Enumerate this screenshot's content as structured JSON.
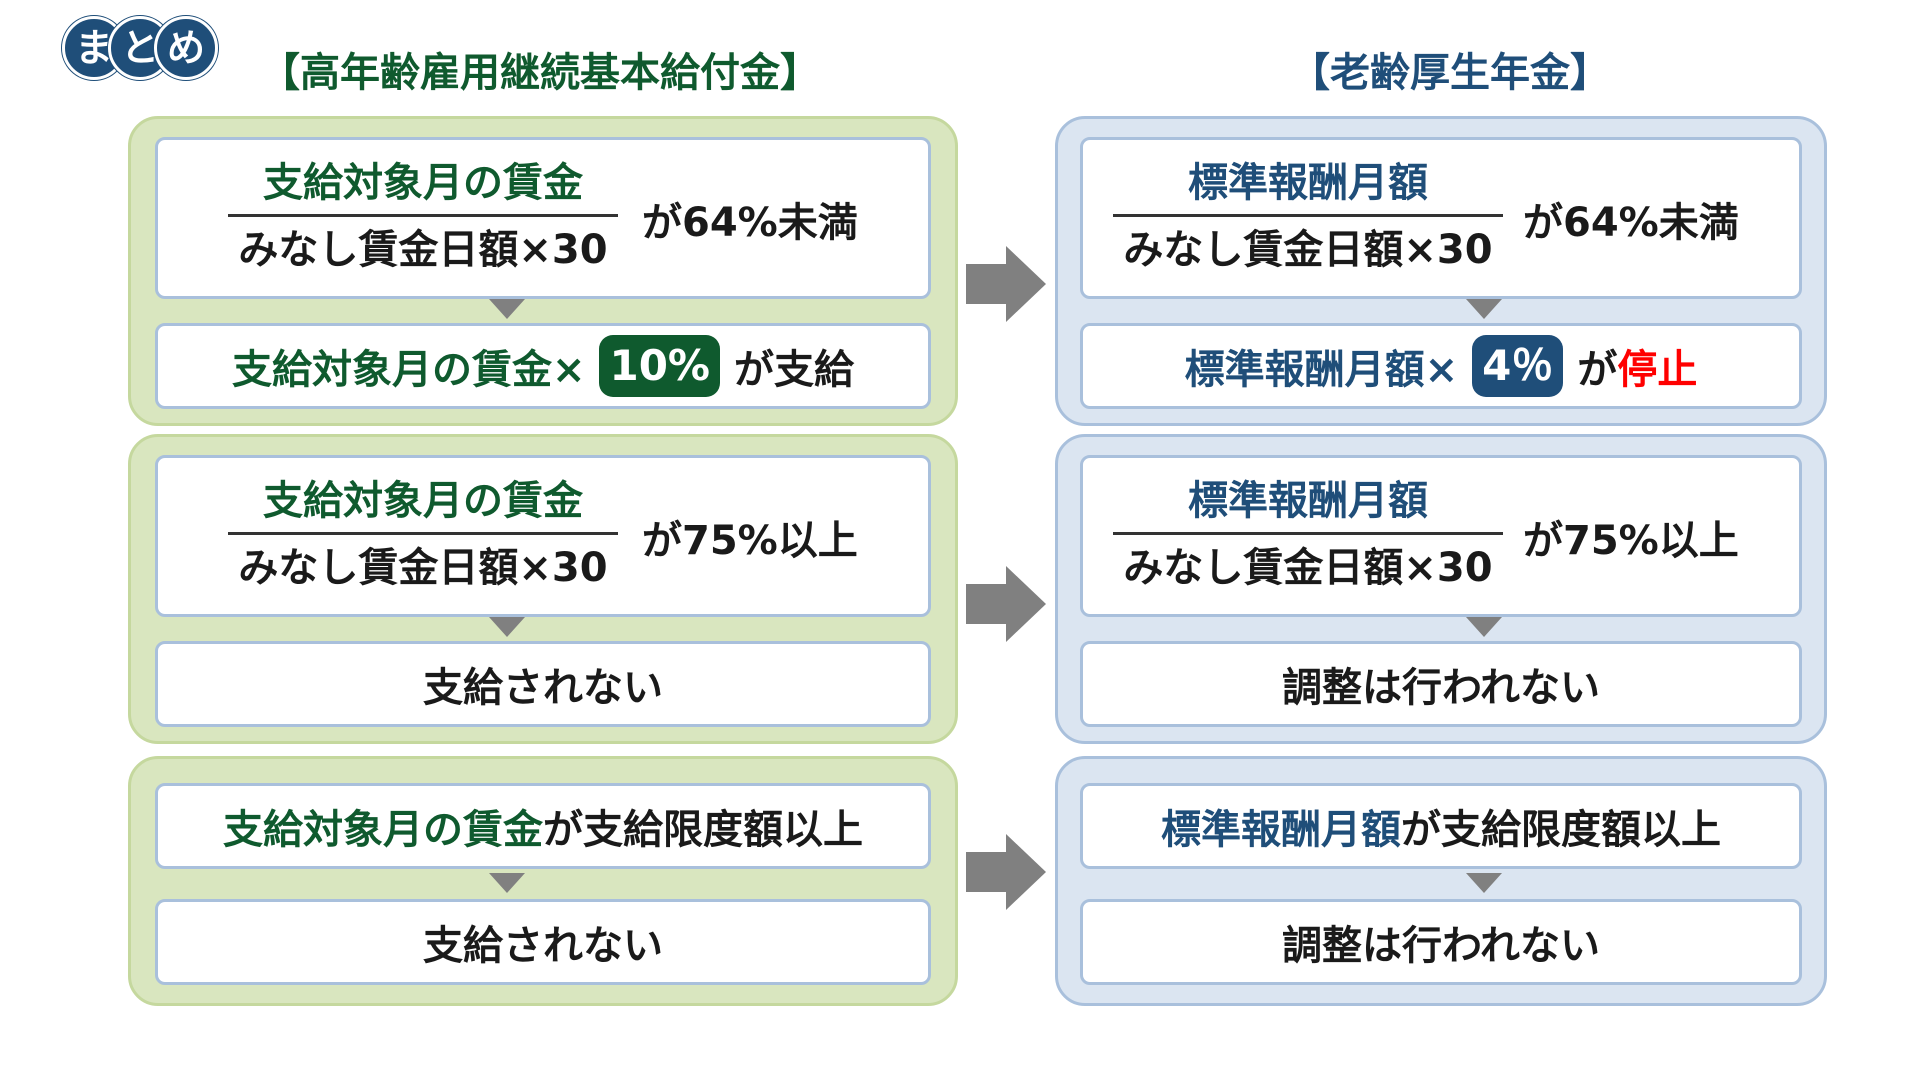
{
  "badge": {
    "chars": [
      "ま",
      "と",
      "め"
    ]
  },
  "left_title": "【高年齢雇用継続基本給付金】",
  "right_title": "【老齢厚生年金】",
  "left": {
    "row1": {
      "numerator": "支給対象月の賃金",
      "denominator": "みなし賃金日額×30",
      "condition": "が64%未満",
      "result_prefix": "支給対象月の賃金×",
      "result_rate": "10%",
      "result_suffix": "が支給"
    },
    "row2": {
      "numerator": "支給対象月の賃金",
      "denominator": "みなし賃金日額×30",
      "condition": "が75%以上",
      "result": "支給されない"
    },
    "row3": {
      "condition_highlight": "支給対象月の賃金",
      "condition_rest": "が支給限度額以上",
      "result": "支給されない"
    }
  },
  "right": {
    "row1": {
      "numerator": "標準報酬月額",
      "denominator": "みなし賃金日額×30",
      "condition": "が64%未満",
      "result_prefix": "標準報酬月額×",
      "result_rate": "4％",
      "result_suffix_ga": "が",
      "result_suffix_stop": "停止"
    },
    "row2": {
      "numerator": "標準報酬月額",
      "denominator": "みなし賃金日額×30",
      "condition": "が75%以上",
      "result": "調整は行われない"
    },
    "row3": {
      "condition_highlight": "標準報酬月額",
      "condition_rest": "が支給限度額以上",
      "result": "調整は行われない"
    }
  },
  "colors": {
    "green": "#0f5a2e",
    "blue": "#1f4e79",
    "red": "#ff0000",
    "arrow": "#808080"
  }
}
